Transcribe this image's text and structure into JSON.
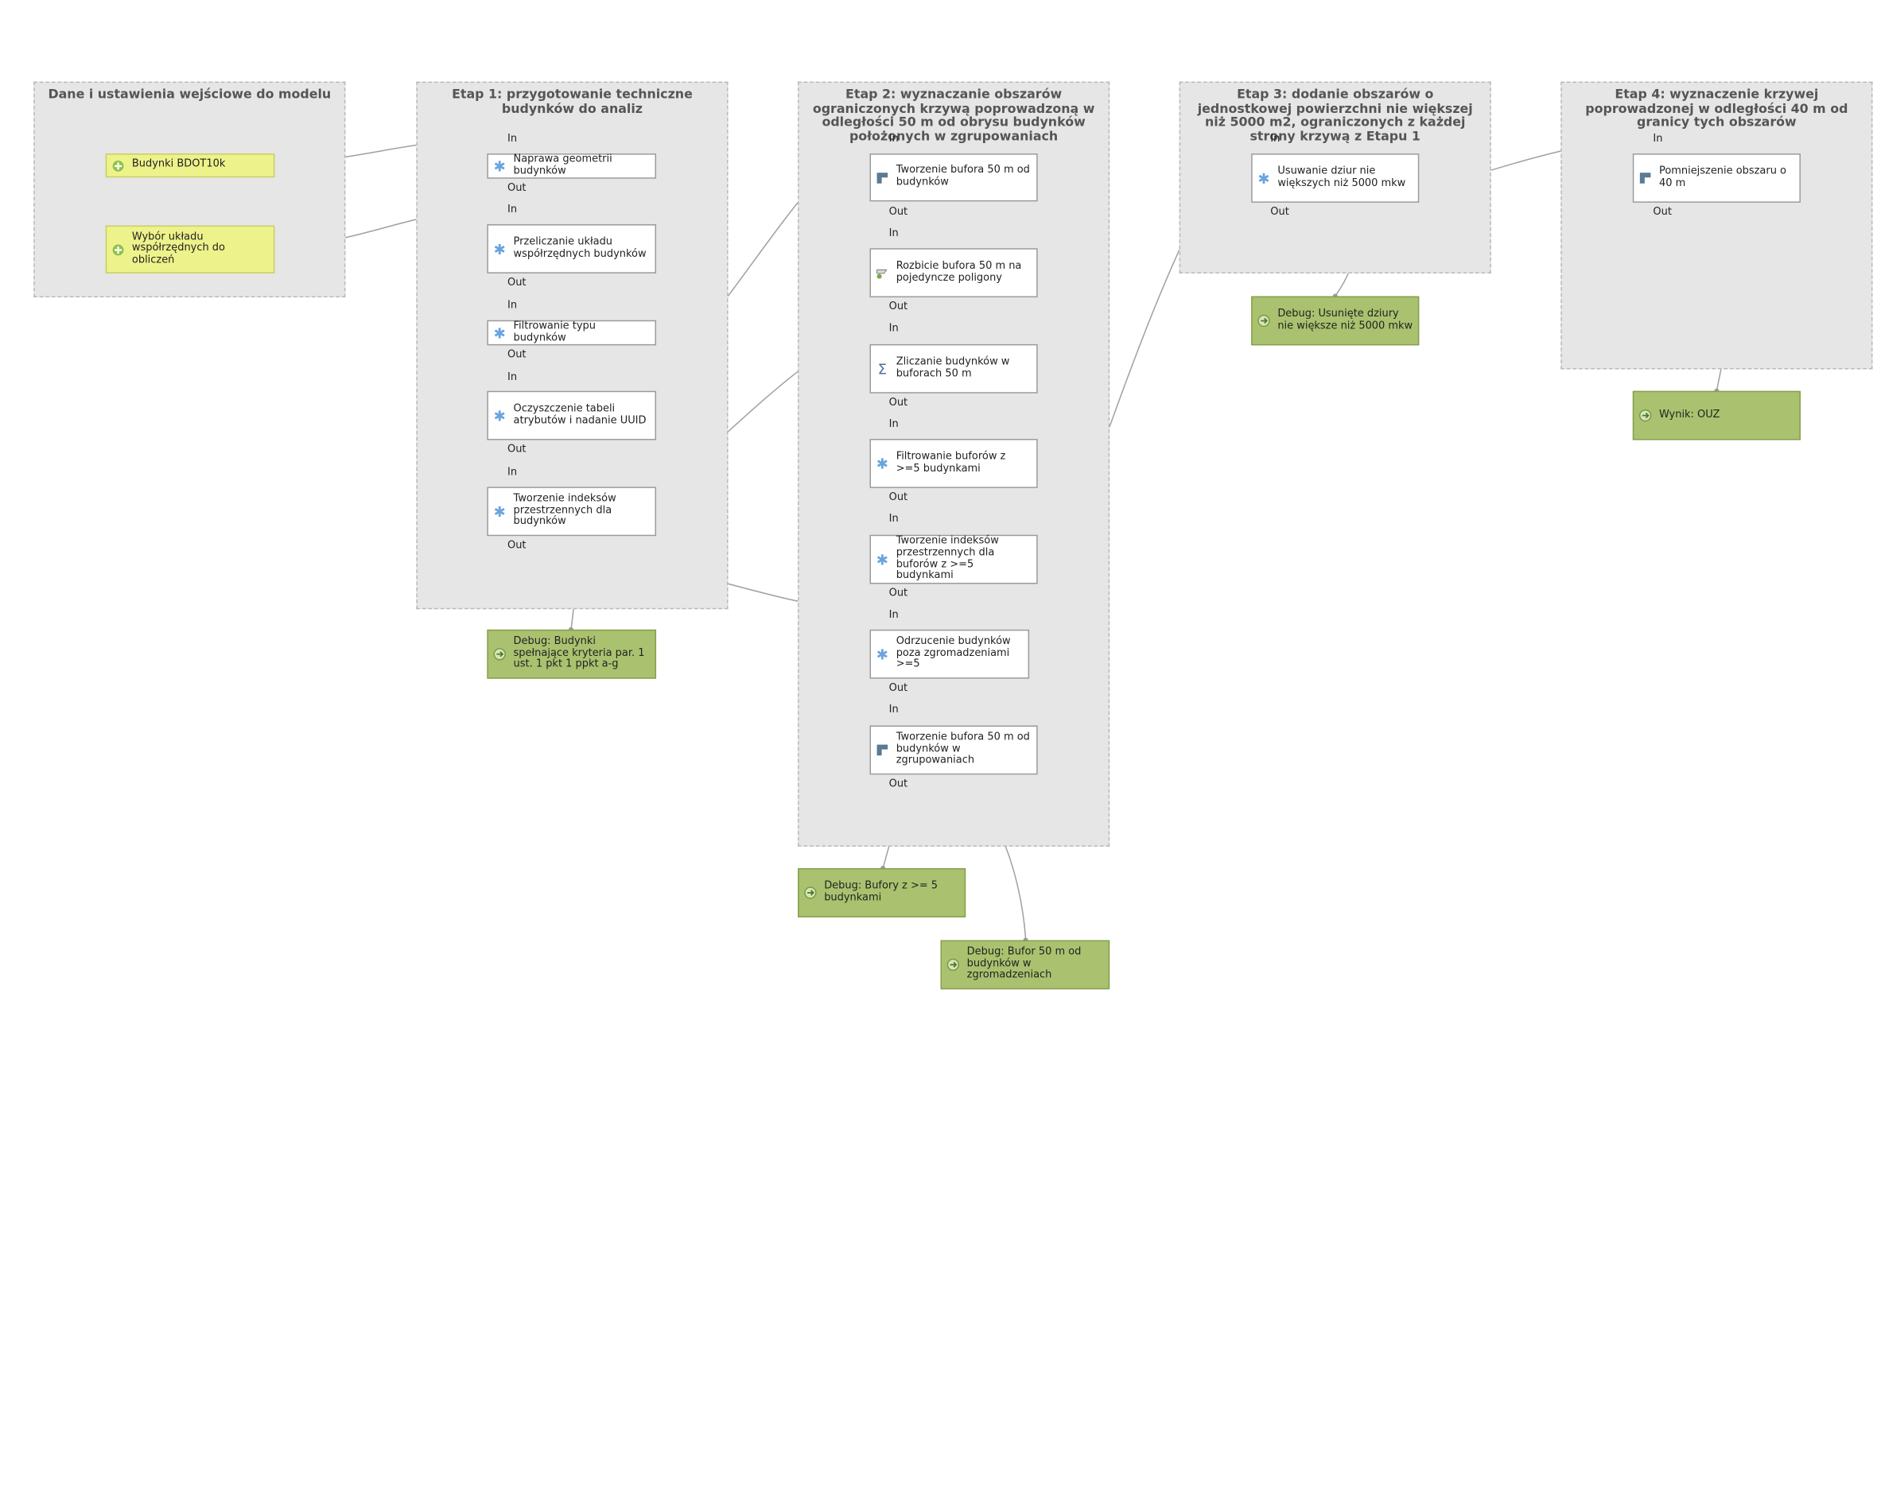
{
  "colors": {
    "group_bg": "#e6e6e6",
    "input_node": "#eef28a",
    "output_node": "#aac26f",
    "wire": "#a0a0a0",
    "gear": "#6aa4df"
  },
  "groups": [
    {
      "title": "Dane i ustawienia wejściowe do modelu"
    },
    {
      "title": "Etap 1: przygotowanie techniczne budynków do analiz"
    },
    {
      "title": "Etap 2: wyznaczanie obszarów ograniczonych krzywą poprowadzoną w odległości 50 m od obrysu budynków położonych w zgrupowaniach"
    },
    {
      "title": "Etap 3: dodanie obszarów o jednostkowej powierzchni nie większej niż 5000 m2, ograniczonych z każdej strony krzywą z Etapu 1"
    },
    {
      "title": "Etap 4: wyznaczenie krzywej poprowadzonej w odległości 40 m od granicy tych obszarów"
    }
  ],
  "port_labels": {
    "in": "In",
    "out": "Out"
  },
  "nodes": {
    "budynki": {
      "label": "Budynki BDOT10k",
      "icon": "input-plus-icon"
    },
    "uklad": {
      "label": "Wybór układu współrzędnych do obliczeń",
      "icon": "input-plus-icon"
    },
    "naprawa": {
      "label": "Naprawa geometrii budynków",
      "icon": "gear-icon"
    },
    "przeliczanie": {
      "label": "Przeliczanie układu współrzędnych budynków",
      "icon": "gear-icon"
    },
    "filtrowanie_typu": {
      "label": "Filtrowanie typu budynków",
      "icon": "gear-icon"
    },
    "oczyszczenie": {
      "label": "Oczyszczenie tabeli atrybutów i nadanie UUID",
      "icon": "gear-icon"
    },
    "indeksy_bud": {
      "label": "Tworzenie indeksów przestrzennych dla budynków",
      "icon": "gear-icon"
    },
    "debug_budynki": {
      "label": "Debug: Budynki spełnające kryteria par. 1 ust. 1 pkt 1 ppkt a-g",
      "icon": "output-arrow-icon"
    },
    "bufor50": {
      "label": "Tworzenie bufora 50 m od budynków",
      "icon": "buffer-icon"
    },
    "rozbicie": {
      "label": "Rozbicie bufora 50 m na pojedyncze poligony",
      "icon": "explode-icon"
    },
    "zliczanie": {
      "label": "Zliczanie budynków w buforach 50 m",
      "icon": "sum-icon"
    },
    "filtrowanie_bufor": {
      "label": "Filtrowanie buforów z >=5 budynkami",
      "icon": "gear-icon"
    },
    "indeksy_buf": {
      "label": "Tworzenie indeksów przestrzennych dla buforów z >=5 budynkami",
      "icon": "gear-icon"
    },
    "odrzucenie": {
      "label": "Odrzucenie budynków poza zgromadzeniami >=5",
      "icon": "gear-icon"
    },
    "bufor_zgrup": {
      "label": "Tworzenie bufora 50 m od budynków w zgrupowaniach",
      "icon": "buffer-icon"
    },
    "debug_bufory": {
      "label": "Debug: Bufory z >= 5 budynkami",
      "icon": "output-arrow-icon"
    },
    "debug_bufor_zgrom": {
      "label": "Debug: Bufor 50 m od budynków w zgromadzeniach",
      "icon": "output-arrow-icon"
    },
    "usuwanie": {
      "label": "Usuwanie dziur nie większych niż 5000 mkw",
      "icon": "gear-icon"
    },
    "debug_dziury": {
      "label": "Debug: Usunięte dziury nie większe niż 5000 mkw",
      "icon": "output-arrow-icon"
    },
    "pomniejszenie": {
      "label": "Pomniejszenie obszaru o 40 m",
      "icon": "buffer-icon"
    },
    "wynik": {
      "label": "Wynik: OUZ",
      "icon": "output-arrow-icon"
    }
  }
}
